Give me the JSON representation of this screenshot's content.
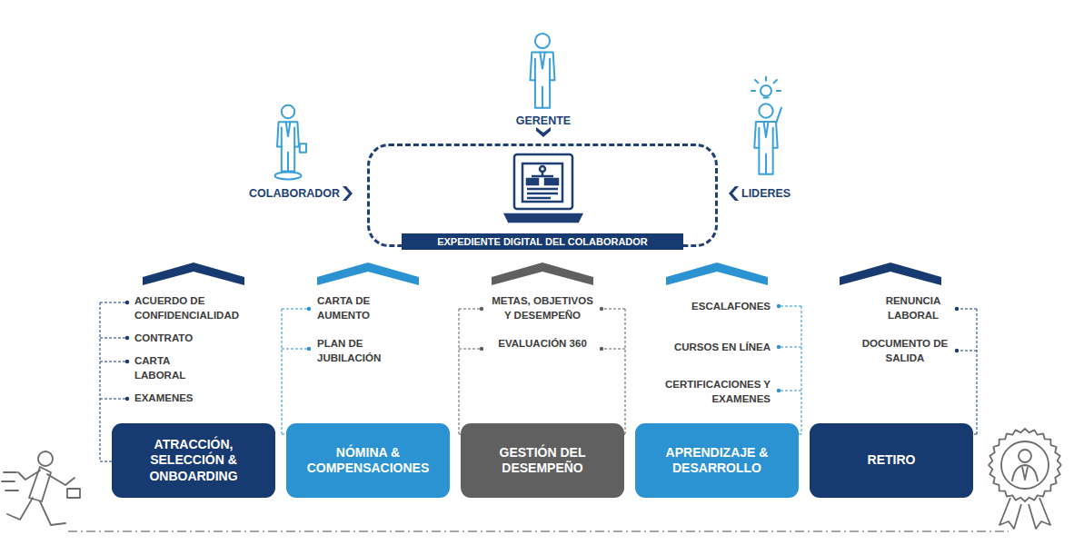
{
  "diagram": {
    "nodes": [
      {
        "text": [
          "EXPEDIENTE DIGITAL DEL COLABORADOR"
        ]
      },
      {
        "text": [
          "ATRACCIÓN, SELECCIÓN & ONBOARDING"
        ]
      },
      {
        "text": [
          "NÓMINA & COMPENSACIONES"
        ]
      },
      {
        "text": [
          "GESTIÓN DEL DESEMPEÑO"
        ]
      },
      {
        "text": [
          "APRENDIZAJE & DESARROLLO"
        ]
      },
      {
        "text": [
          "RETIRO"
        ]
      }
    ],
    "labels": [
      "GERENTE",
      "COLABORADOR",
      "LIDERES",
      "ACUERDO DE CONFIDENCIALIDAD",
      "CONTRATO",
      "CARTA LABORAL",
      "EXAMENES",
      "CARTA DE AUMENTO",
      "PLAN DE JUBILACIÓN",
      "METAS, OBJETIVOS Y DESEMPEÑO",
      "EVALUACIÓN 360",
      "ESCALAFONES",
      "CURSOS EN LÍNEA",
      "CERTIFICACIONES Y EXAMENES",
      "RENUNCIA LABORAL",
      "DOCUMENTO DE SALIDA"
    ]
  }
}
